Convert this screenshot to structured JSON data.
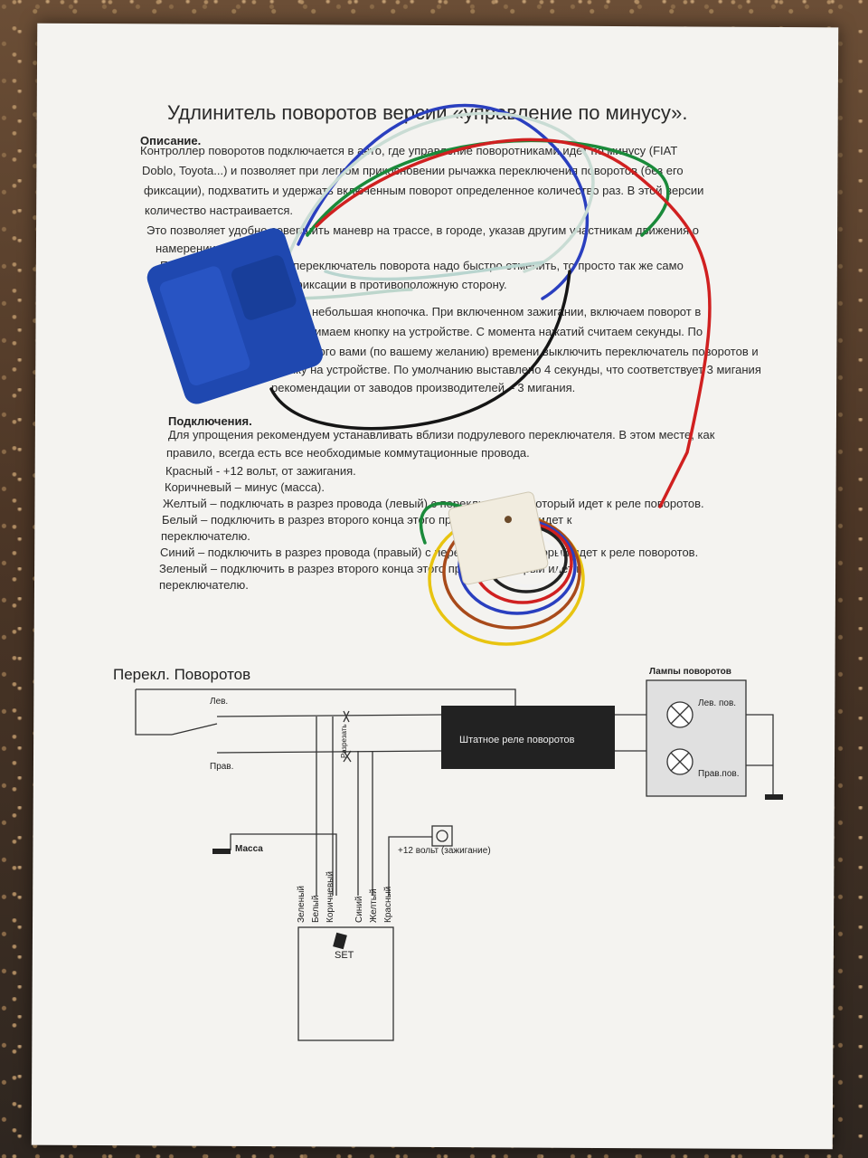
{
  "document": {
    "title": "Удлинитель поворотов версии «управление по минусу».",
    "description_heading": "Описание.",
    "description": [
      "Контроллер поворотов подключается в авто, где управление поворотниками идет по минусу (FIAT",
      "Doblo, Toyota...) и позволяет при легком прикосновении рычажка переключения поворотов (без его",
      "фиксации), подхватить и удержать включенным поворот определенное количество раз. В этой версии",
      "количество настраивается.",
      "Это позволяет удобно совершить маневр на трассе, в городе, указав другим участникам движения о",
      "намерении.",
      "Если, нужно выключить переключатель поворота надо быстро отменить, то просто так же само",
      "переключите рычаг без фиксации в противоположную сторону."
    ],
    "settings_heading": "На",
    "settings": [
      "небольшая кнопочка. При включенном зажигании, включаем поворот в",
      "нажимаем кнопку на устройстве. С момента нажатий считаем секунды. По",
      "выбранного вами (по вашему желанию) времени выключить переключатель поворотов и",
      "кнопку на устройстве. По умолчанию выставлено 4 секунды, что соответствует 3 мигания",
      "рекомендации от заводов производителей – 3 мигания."
    ],
    "connection_heading": "Подключения.",
    "connection": [
      "Для упрощения рекомендуем устанавливать вблизи подрулевого переключателя. В этом месте, как",
      "правило, всегда есть все необходимые коммутационные провода.",
      "Красный - +12 вольт, от зажигания.",
      "Коричневый – минус (масса).",
      "Желтый – подключать в разрез провода (левый) с переключателя, который идет к реле поворотов.",
      "Белый – подключить в разрез второго конца этого провода, который идет к",
      "переключателю.",
      "Синий – подключить в разрез провода (правый) с переключателя, который идет к реле поворотов.",
      "Зеленый – подключить в разрез второго конца этого провода, который идет к",
      "переключателю."
    ]
  },
  "diagram": {
    "switch_title": "Перекл. Поворотов",
    "left_label": "Лев.",
    "right_label": "Прав.",
    "cut_label": "Разрезать",
    "relay_label": "Штатное реле поворотов",
    "lamps_title": "Лампы поворотов",
    "lamp_left": "Лев. пов.",
    "lamp_right": "Прав.пов.",
    "ground_label": "Масса",
    "power_label": "+12 вольт (зажигание)",
    "wires": [
      "Зеленый",
      "Белый",
      "Коричневый",
      "Синий",
      "Желтый",
      "Красный"
    ],
    "set_label": "SET"
  }
}
